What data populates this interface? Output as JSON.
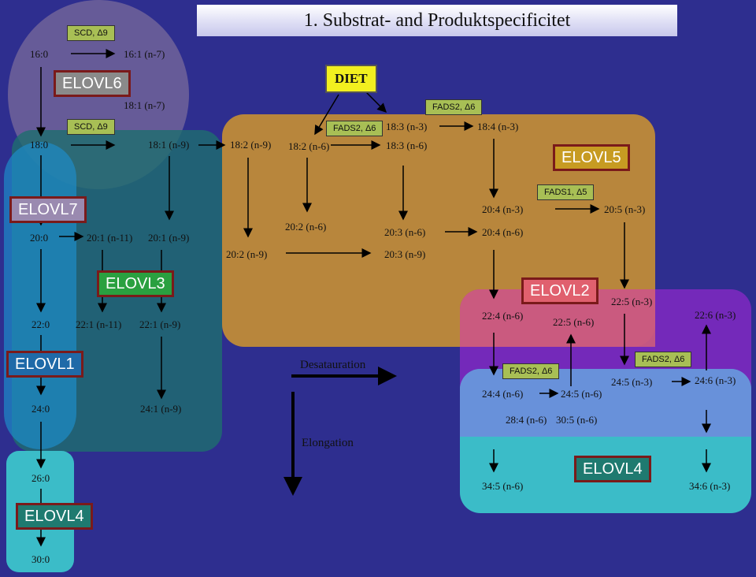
{
  "title": "1. Substrat- and Produktspecificitet",
  "diet": "DIET",
  "elovl": {
    "elovl6": "ELOVL6",
    "elovl7": "ELOVL7",
    "elovl3": "ELOVL3",
    "elovl1": "ELOVL1",
    "elovl4_left": "ELOVL4",
    "elovl5": "ELOVL5",
    "elovl2": "ELOVL2",
    "elovl4_right": "ELOVL4"
  },
  "enzymes": {
    "scd_top": "SCD, Δ9",
    "scd_mid": "SCD, Δ9",
    "fads2_a": "FADS2, Δ6",
    "fads2_b": "FADS2, Δ6",
    "fads1": "FADS1, Δ5",
    "fads2_c": "FADS2, Δ6",
    "fads2_d": "FADS2, Δ6"
  },
  "fatty_acids": {
    "fa_16_0": "16:0",
    "fa_16_1_n7": "16:1 (n-7)",
    "fa_18_1_n7": "18:1 (n-7)",
    "fa_18_0": "18:0",
    "fa_18_1_n9": "18:1 (n-9)",
    "fa_18_2_n9": "18:2 (n-9)",
    "fa_18_2_n6": "18:2 (n-6)",
    "fa_18_3_n3": "18:3 (n-3)",
    "fa_18_3_n6": "18:3 (n-6)",
    "fa_18_4_n3": "18:4 (n-3)",
    "fa_20_0": "20:0",
    "fa_20_1_n11": "20:1 (n-11)",
    "fa_20_1_n9": "20:1 (n-9)",
    "fa_20_2_n9": "20:2 (n-9)",
    "fa_20_2_n6": "20:2 (n-6)",
    "fa_20_3_n6": "20:3 (n-6)",
    "fa_20_3_n9": "20:3 (n-9)",
    "fa_20_4_n3": "20:4 (n-3)",
    "fa_20_4_n6": "20:4 (n-6)",
    "fa_20_5_n3": "20:5 (n-3)",
    "fa_22_0": "22:0",
    "fa_22_1_n11": "22:1 (n-11)",
    "fa_22_1_n9": "22:1 (n-9)",
    "fa_22_4_n6": "22:4 (n-6)",
    "fa_22_5_n3": "22:5 (n-3)",
    "fa_22_5_n6": "22:5 (n-6)",
    "fa_22_6_n3": "22:6 (n-3)",
    "fa_24_0": "24:0",
    "fa_24_1_n9": "24:1 (n-9)",
    "fa_24_4_n6": "24:4 (n-6)",
    "fa_24_5_n6": "24:5 (n-6)",
    "fa_24_5_n3": "24:5 (n-3)",
    "fa_24_6_n3": "24:6 (n-3)",
    "fa_28_4_n6": "28:4 (n-6)",
    "fa_30_5_n6": "30:5 (n-6)",
    "fa_26_0": "26:0",
    "fa_30_0": "30:0",
    "fa_34_5_n6": "34:5 (n-6)",
    "fa_34_6_n3": "34:6 (n-3)"
  },
  "legend": {
    "desaturation": "Desatauration",
    "elongation": "Elongation"
  }
}
